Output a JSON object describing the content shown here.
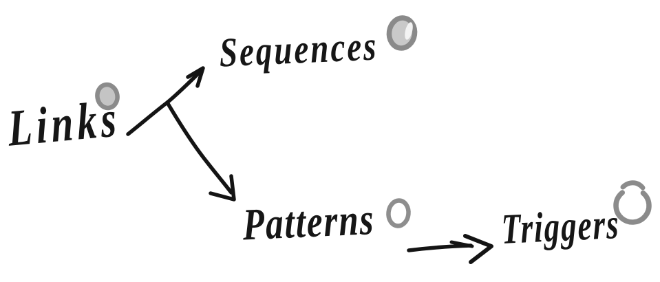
{
  "diagram": {
    "nodes": [
      {
        "id": "links",
        "label": "Links",
        "doodle": "filled-gray-circle"
      },
      {
        "id": "sequences",
        "label": "Sequences",
        "doodle": "filled-gray-circle"
      },
      {
        "id": "patterns",
        "label": "Patterns",
        "doodle": "outlined-gray-circle"
      },
      {
        "id": "triggers",
        "label": "Triggers",
        "doodle": "open-gray-circle"
      }
    ],
    "edges": [
      {
        "from": "Links",
        "to": "Sequences",
        "style": "straight-arrow-up-right"
      },
      {
        "from": "Links",
        "to": "Patterns",
        "style": "curved-arrow-down-right"
      },
      {
        "from": "Patterns",
        "to": "Triggers",
        "style": "straight-arrow-right"
      }
    ],
    "colors": {
      "background": "#ffffff",
      "ink": "#141414",
      "doodle_stroke": "#8b8b8b",
      "doodle_fill": "#c4c4c4"
    }
  }
}
